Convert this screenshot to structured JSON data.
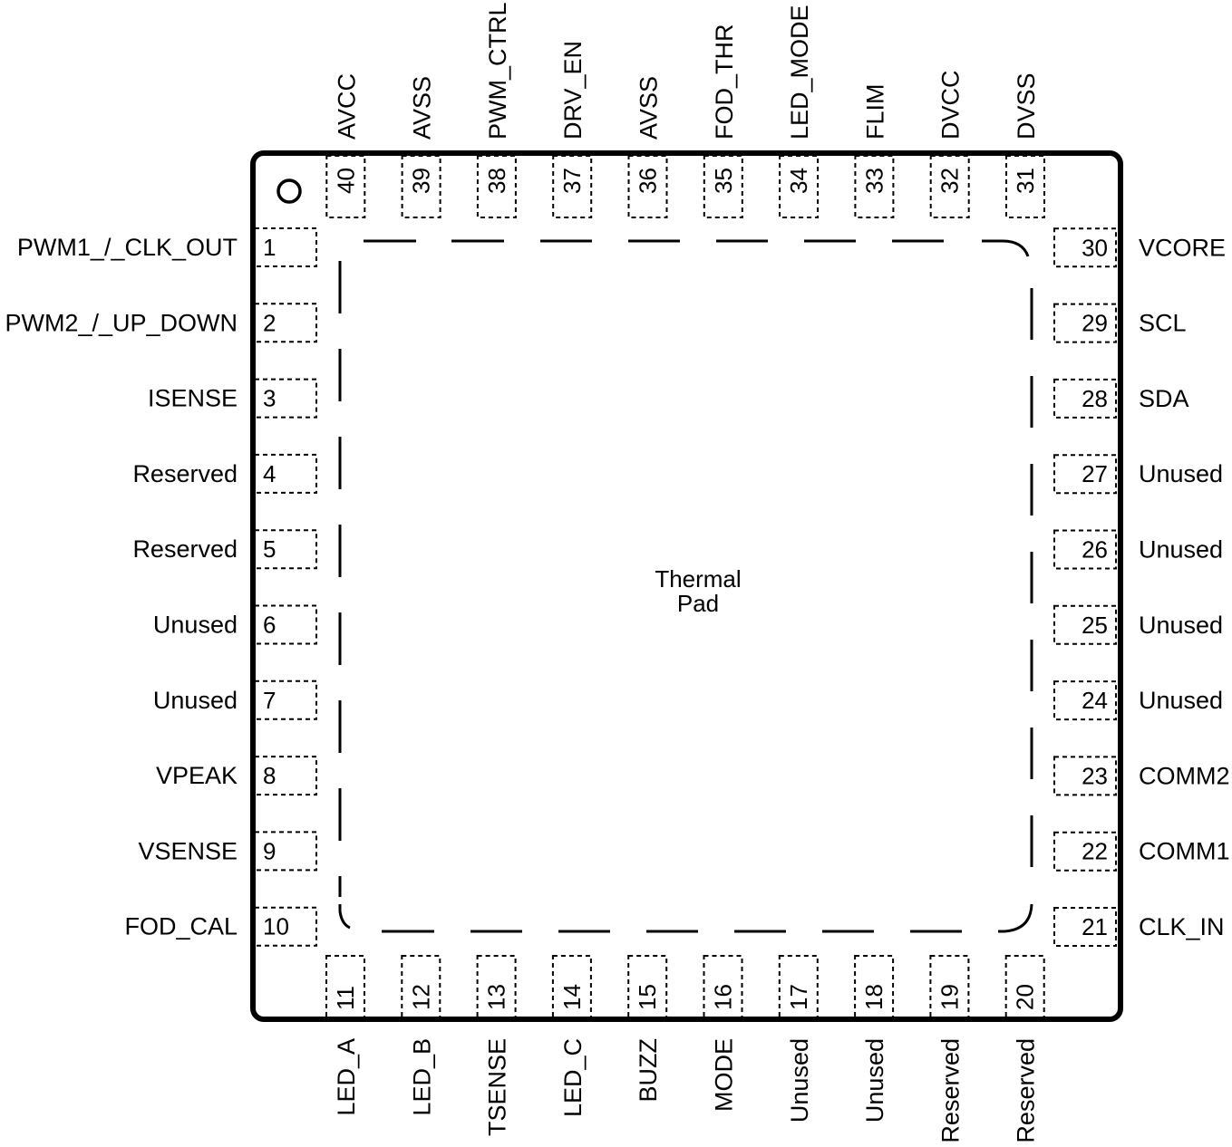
{
  "package": {
    "thermal_pad_label": [
      "Thermal",
      "Pad"
    ],
    "left_pins": [
      {
        "num": "1",
        "name": "PWM1_/_CLK_OUT"
      },
      {
        "num": "2",
        "name": "PWM2_/_UP_DOWN"
      },
      {
        "num": "3",
        "name": "ISENSE"
      },
      {
        "num": "4",
        "name": "Reserved"
      },
      {
        "num": "5",
        "name": "Reserved"
      },
      {
        "num": "6",
        "name": "Unused"
      },
      {
        "num": "7",
        "name": "Unused"
      },
      {
        "num": "8",
        "name": "VPEAK"
      },
      {
        "num": "9",
        "name": "VSENSE"
      },
      {
        "num": "10",
        "name": "FOD_CAL"
      }
    ],
    "bottom_pins": [
      {
        "num": "11",
        "name": "LED_A"
      },
      {
        "num": "12",
        "name": "LED_B"
      },
      {
        "num": "13",
        "name": "TSENSE"
      },
      {
        "num": "14",
        "name": "LED_C"
      },
      {
        "num": "15",
        "name": "BUZZ"
      },
      {
        "num": "16",
        "name": "MODE"
      },
      {
        "num": "17",
        "name": "Unused"
      },
      {
        "num": "18",
        "name": "Unused"
      },
      {
        "num": "19",
        "name": "Reserved"
      },
      {
        "num": "20",
        "name": "Reserved"
      }
    ],
    "right_pins": [
      {
        "num": "21",
        "name": "CLK_IN"
      },
      {
        "num": "22",
        "name": "COMM1"
      },
      {
        "num": "23",
        "name": "COMM2"
      },
      {
        "num": "24",
        "name": "Unused"
      },
      {
        "num": "25",
        "name": "Unused"
      },
      {
        "num": "26",
        "name": "Unused"
      },
      {
        "num": "27",
        "name": "Unused"
      },
      {
        "num": "28",
        "name": "SDA"
      },
      {
        "num": "29",
        "name": "SCL"
      },
      {
        "num": "30",
        "name": "VCORE"
      }
    ],
    "top_pins": [
      {
        "num": "31",
        "name": "DVSS"
      },
      {
        "num": "32",
        "name": "DVCC"
      },
      {
        "num": "33",
        "name": "FLIM"
      },
      {
        "num": "34",
        "name": "LED_MODE"
      },
      {
        "num": "35",
        "name": "FOD_THR"
      },
      {
        "num": "36",
        "name": "AVSS"
      },
      {
        "num": "37",
        "name": "DRV_EN"
      },
      {
        "num": "38",
        "name": "PWM_CTRL"
      },
      {
        "num": "39",
        "name": "AVSS"
      },
      {
        "num": "40",
        "name": "AVCC"
      }
    ],
    "colors": {
      "line": "#000000",
      "background": "#ffffff"
    }
  }
}
